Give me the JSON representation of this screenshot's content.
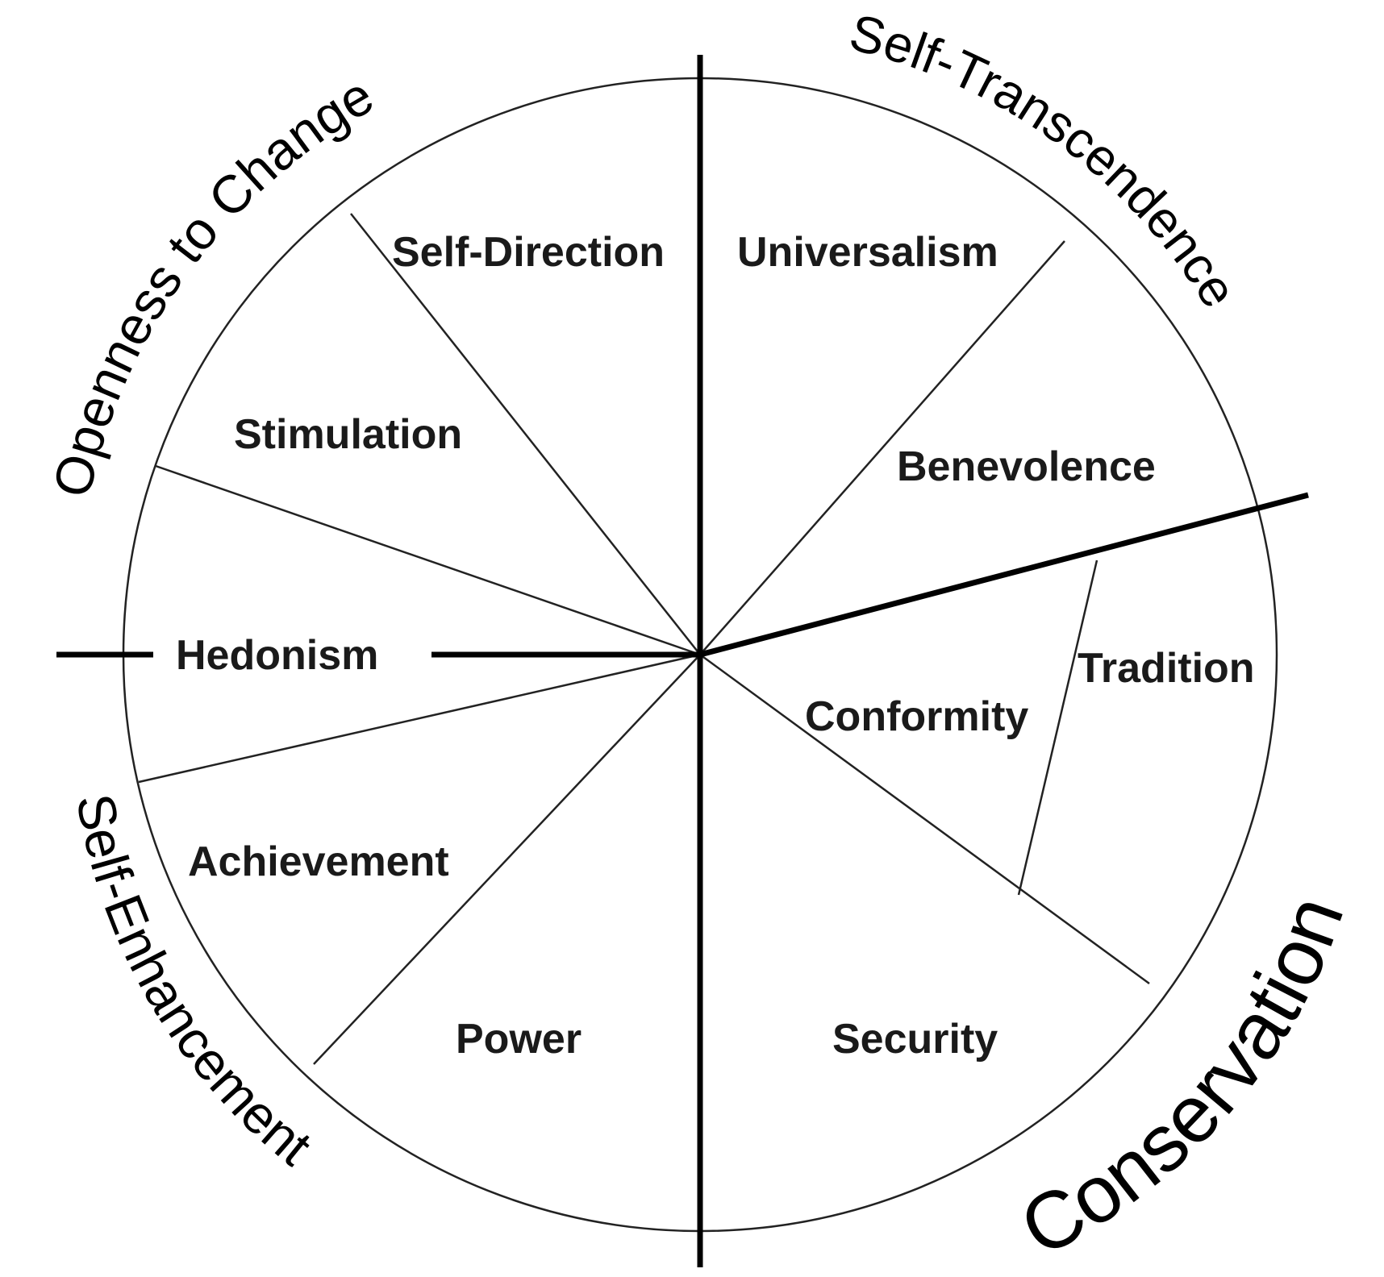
{
  "values": {
    "self_direction": "Self-Direction",
    "universalism": "Universalism",
    "stimulation": "Stimulation",
    "benevolence": "Benevolence",
    "hedonism": "Hedonism",
    "tradition": "Tradition",
    "conformity": "Conformity",
    "achievement": "Achievement",
    "power": "Power",
    "security": "Security"
  },
  "dimensions": {
    "openness_to_change": "Openness to Change",
    "self_transcendence": "Self-Transcendence",
    "self_enhancement": "Self-Enhancement",
    "conservation": "Conservation"
  },
  "colors": {
    "stroke": "#000000",
    "text": "#1a1a1a",
    "background": "#ffffff"
  }
}
